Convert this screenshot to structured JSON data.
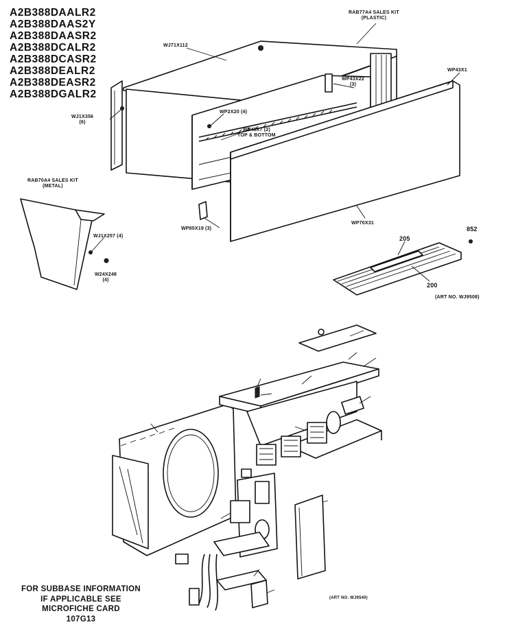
{
  "models": [
    "A2B388DAALR2",
    "A2B388DAAS2Y",
    "A2B388DAASR2",
    "A2B388DCALR2",
    "A2B388DCASR2",
    "A2B388DEALR2",
    "A2B388DEASR2",
    "A2B388DGALR2"
  ],
  "upper_labels": {
    "sales_kit_plastic_1": "RAB77A4 SALES KIT",
    "sales_kit_plastic_2": "(PLASTIC)",
    "wj71x112": "WJ71X112",
    "wp43x1": "WP43X1",
    "wp43x22_1": "WP43X22",
    "wp43x22_2": "(3)",
    "wp2x20": "WP2X20 (4)",
    "wp43x7_1": "WP43X7 (2)",
    "wp43x7_2": "TOP & BOTTOM",
    "wj1x356_1": "WJ1X356",
    "wj1x356_2": "(6)",
    "sales_kit_metal_1": "RAB70A4 SALES KIT",
    "sales_kit_metal_2": "(METAL)",
    "wp85x19": "WP85X19 (3)",
    "wp70x31": "WP70X31",
    "wj1x257": "WJ1X257 (4)",
    "w24x248_1": "W24X248",
    "w24x248_2": "(4)",
    "p205": "205",
    "p200": "200",
    "p852": "852",
    "art_no_upper": "(ART NO. WJ9508)"
  },
  "lower_labels": {
    "art_no_lower": "(ART NO. WJ9540)"
  },
  "subbase_note": [
    "FOR SUBBASE INFORMATION",
    "IF APPLICABLE SEE",
    "MICROFICHE CARD",
    "107G13"
  ]
}
